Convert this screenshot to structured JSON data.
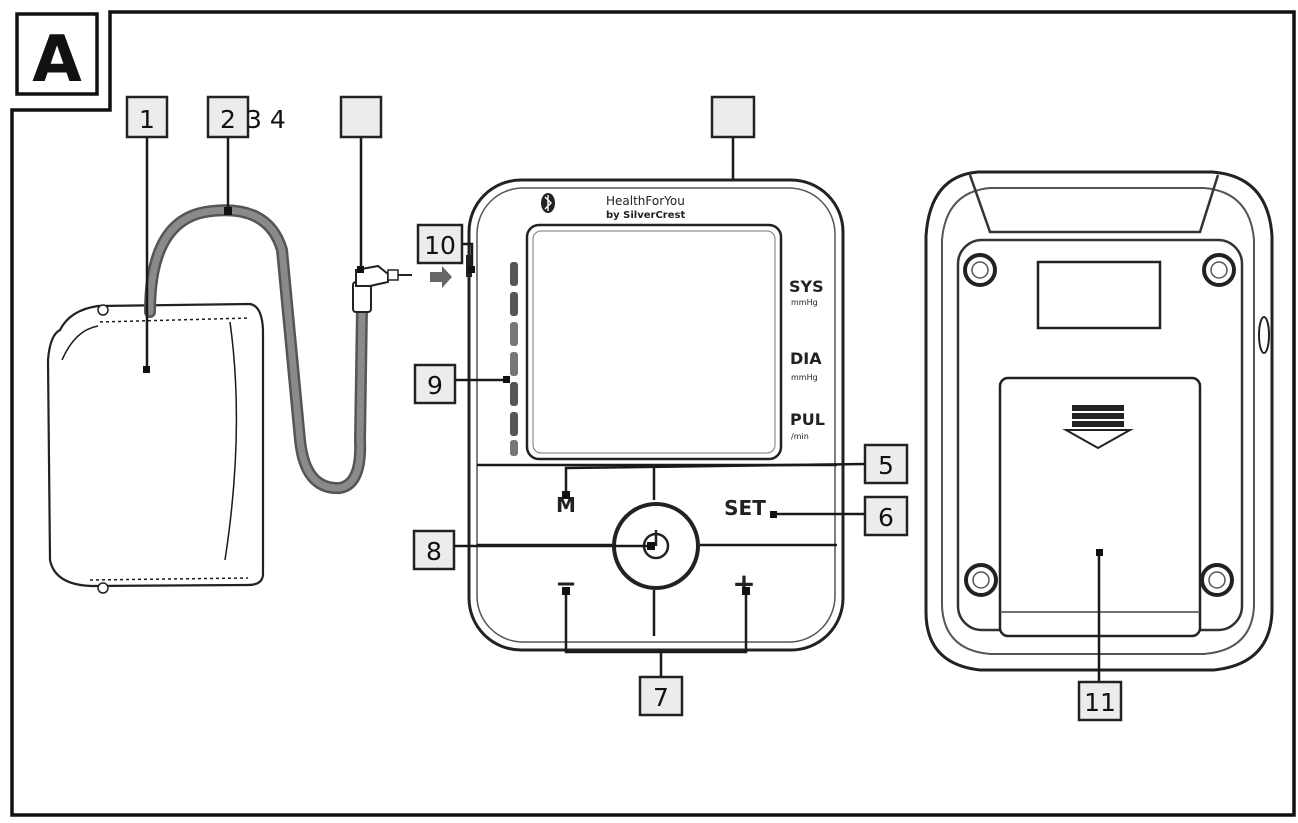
{
  "figure_label": "A",
  "callouts": {
    "c1": "1",
    "c2": "2",
    "c3": "",
    "c4": "",
    "c5": "5",
    "c6": "6",
    "c7": "7",
    "c8": "8",
    "c9": "9",
    "c10": "10",
    "c11": "11",
    "extra_3_4": "3 4"
  },
  "device": {
    "brand_line1": "HealthForYou",
    "brand_line2": "by SilverCrest",
    "sys_label": "SYS",
    "sys_unit": "mmHg",
    "dia_label": "DIA",
    "dia_unit": "mmHg",
    "pul_label": "PUL",
    "pul_unit": "/min",
    "m_button": "M",
    "set_button": "SET",
    "minus_button": "−",
    "plus_button": "+"
  }
}
